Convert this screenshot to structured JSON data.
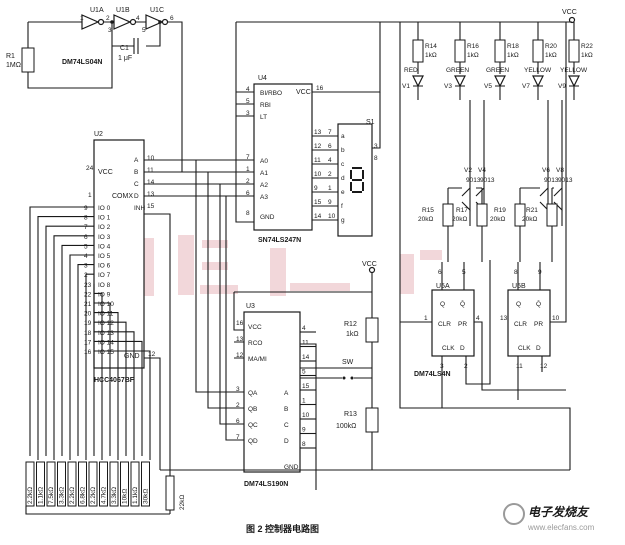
{
  "figure": {
    "caption": "图 2   控制器电路图",
    "watermark_site": "www.elecfans.com",
    "watermark_logo": "电子发烧友"
  },
  "components": {
    "inverters": [
      "U1A",
      "U1B",
      "U1C"
    ],
    "inverter_pins": [
      "1",
      "2",
      "3",
      "4",
      "5",
      "6"
    ],
    "inverter_chip": "DM74LS04N",
    "r1": {
      "ref": "R1",
      "value": "1MΩ"
    },
    "c1": {
      "ref": "C1",
      "value": "1 μF"
    },
    "u2": {
      "ref": "U2",
      "name": "HCC4067BF",
      "top_pins": [
        "VCC",
        "COMX"
      ],
      "ctrl_pins": [
        "A",
        "B",
        "C",
        "D",
        "INH"
      ],
      "ctrl_nums": [
        "10",
        "11",
        "14",
        "13",
        "15"
      ],
      "io_labels": [
        "IO 0",
        "IO 1",
        "IO 2",
        "IO 3",
        "IO 4",
        "IO 5",
        "IO 6",
        "IO 7",
        "IO 8",
        "IO 9",
        "IO 10",
        "IO 11",
        "IO 12",
        "IO 13",
        "IO 14",
        "IO 15"
      ],
      "io_nums": [
        "9",
        "8",
        "7",
        "6",
        "5",
        "4",
        "3",
        "2",
        "23",
        "22",
        "21",
        "20",
        "19",
        "18",
        "17",
        "16"
      ],
      "extra": [
        "24",
        "1",
        "GND",
        "12"
      ]
    },
    "u4": {
      "ref": "U4",
      "name": "SN74LS247N",
      "pins_left": [
        "BI/RBO",
        "RBI",
        "LT",
        "A0",
        "A1",
        "A2",
        "A3",
        "GND"
      ],
      "nums_left": [
        "4",
        "5",
        "3",
        "7",
        "1",
        "2",
        "6",
        "8"
      ],
      "vcc": "VCC",
      "vcc_num": "16",
      "out_nums": [
        "13",
        "12",
        "11",
        "10",
        "9",
        "15",
        "14"
      ],
      "seg_nums": [
        "7",
        "6",
        "4",
        "2",
        "1",
        "9",
        "10"
      ],
      "seg_letters": [
        "a",
        "b",
        "c",
        "d",
        "e",
        "f",
        "g"
      ],
      "disp_ref": "S1",
      "com": [
        "3",
        "8"
      ]
    },
    "u3": {
      "ref": "U3",
      "name": "DM74LS190N",
      "pins_left": [
        "VCC",
        "RCO",
        "MA/MI",
        "QA",
        "QB",
        "QC",
        "QD"
      ],
      "nums_left": [
        "16",
        "13",
        "12",
        "3",
        "2",
        "6",
        "7"
      ],
      "pins_right": [
        "A",
        "B",
        "C",
        "D",
        "GND"
      ],
      "nums_right_top": [
        "4",
        "11",
        "14",
        "5",
        "15",
        "1",
        "10",
        "9",
        "8"
      ]
    },
    "r12": {
      "ref": "R12",
      "value": "1kΩ"
    },
    "r13": {
      "ref": "R13",
      "value": "100kΩ"
    },
    "switch": "SW",
    "vcc": "VCC",
    "leds_top": [
      {
        "res": "R14",
        "val": "1kΩ",
        "color": "RED",
        "led": "V1"
      },
      {
        "res": "R16",
        "val": "1kΩ",
        "color": "GREEN",
        "led": "V3"
      },
      {
        "res": "R18",
        "val": "1kΩ",
        "color": "GREEN",
        "led": "V5"
      },
      {
        "res": "R20",
        "val": "1kΩ",
        "color": "YELLOW",
        "led": "V7"
      },
      {
        "res": "R22",
        "val": "1kΩ",
        "color": "YELLOW",
        "led": "V9"
      }
    ],
    "transistors": [
      {
        "ref": "V2",
        "type": "9013"
      },
      {
        "ref": "V4",
        "type": "9013"
      },
      {
        "ref": "V6",
        "type": "9013"
      },
      {
        "ref": "V8",
        "type": "9013"
      }
    ],
    "base_res": [
      {
        "ref": "R15",
        "val": "20kΩ"
      },
      {
        "ref": "R17",
        "val": "20kΩ"
      },
      {
        "ref": "R19",
        "val": "20kΩ"
      },
      {
        "ref": "R21",
        "val": "20kΩ"
      }
    ],
    "u5": {
      "a": "U5A",
      "b": "U5B",
      "name": "DM74LS4N",
      "pins": [
        "Q",
        "Q̄",
        "CLR",
        "PR",
        "CLK",
        "D"
      ],
      "nums_a": [
        "6",
        "5",
        "1",
        "4",
        "3",
        "2"
      ],
      "nums_b": [
        "8",
        "9",
        "13",
        "10",
        "11",
        "12"
      ]
    },
    "ladder": [
      "2.2kΩ",
      "1.1kΩ",
      "7.5kΩ",
      "3.3kΩ",
      "2.2kΩ",
      "6.8kΩ",
      "2.2kΩ",
      "4.7kΩ",
      "3.3kΩ",
      "10kΩ",
      "1.1kΩ",
      "30kΩ"
    ],
    "ladder_last": "22kΩ"
  }
}
